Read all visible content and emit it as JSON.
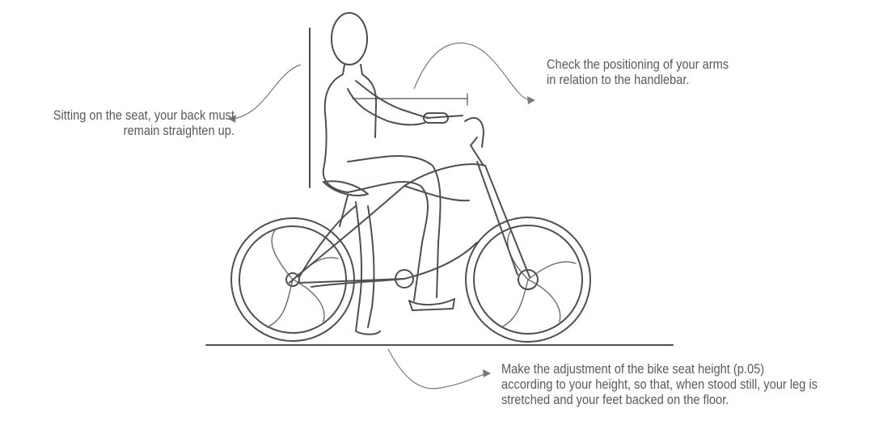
{
  "annotations": {
    "back": {
      "line1": "Sitting on the seat, your back must",
      "line2": "remain straighten up."
    },
    "arms": {
      "line1": "Check the positioning of your arms",
      "line2": "in relation to the handlebar."
    },
    "seat": {
      "line1": "Make the adjustment of the bike seat height (p.05)",
      "line2": "according to your height, so that, when stood still, your leg is",
      "line3": "stretched and your feet backed on the floor."
    }
  },
  "icons": [
    "rider-figure",
    "bicycle",
    "back-guide-line",
    "arm-guide-line",
    "ground-line"
  ]
}
